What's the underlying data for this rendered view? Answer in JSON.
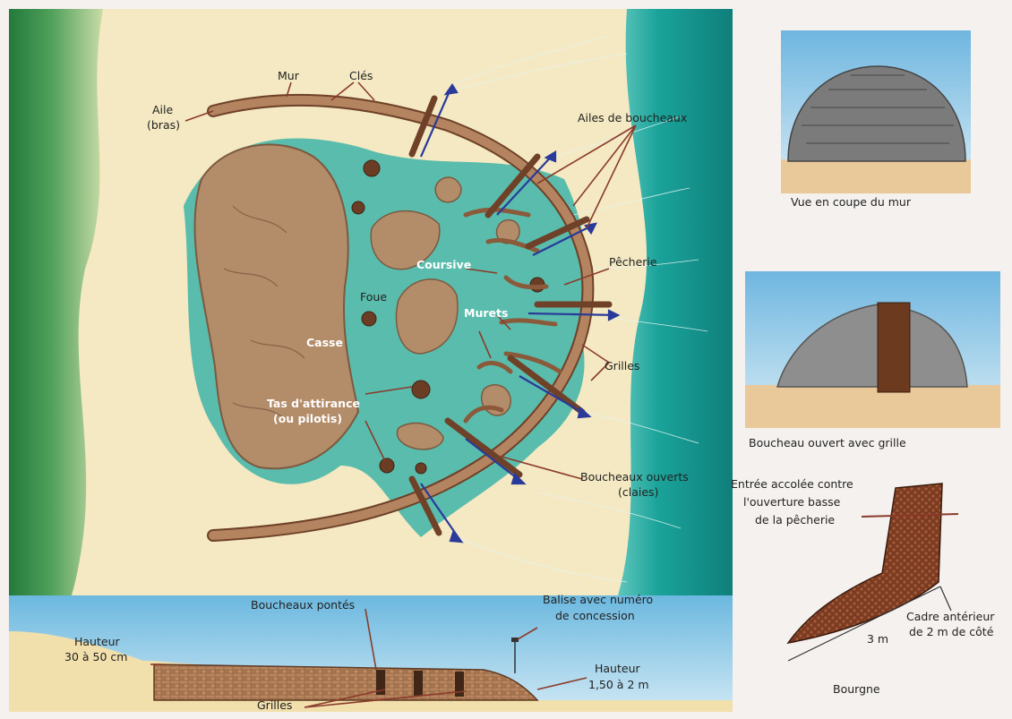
{
  "main_diagram": {
    "labels": {
      "mur": "Mur",
      "cles": "Clés",
      "aile_line1": "Aile",
      "aile_line2": "(bras)",
      "ailes_de_boucheaux": "Ailes de boucheaux",
      "coursive": "Coursive",
      "pecherie": "Pêcherie",
      "foue": "Foue",
      "murets": "Murets",
      "casse": "Casse",
      "grilles": "Grilles",
      "tas_line1": "Tas d'attirance",
      "tas_line2": "(ou pilotis)",
      "boucheaux_ouverts_line1": "Boucheaux ouverts",
      "boucheaux_ouverts_line2": "(claies)"
    }
  },
  "cross_section": {
    "labels": {
      "boucheaux_pontes": "Boucheaux pontés",
      "balise_line1": "Balise avec numéro",
      "balise_line2": "de concession",
      "hauteur_left_line1": "Hauteur",
      "hauteur_left_line2": "30 à 50 cm",
      "hauteur_right_line1": "Hauteur",
      "hauteur_right_line2": "1,50 à 2 m",
      "grilles": "Grilles"
    }
  },
  "side_panels": {
    "wall": {
      "caption": "Vue en coupe du mur"
    },
    "boucheau": {
      "caption": "Boucheau ouvert avec grille"
    },
    "bourgne": {
      "entree_line1": "Entrée accolée contre",
      "entree_line2": "l'ouverture basse",
      "entree_line3": "de la pêcherie",
      "cadre_line1": "Cadre antérieur",
      "cadre_line2": "de 2 m de côté",
      "length": "3 m",
      "caption": "Bourgne"
    }
  },
  "colors": {
    "sand": "#f4e9c2",
    "sea": "#1ea49c",
    "grass": "#2f8a45",
    "rock": "#b08f6e",
    "wall": "#8a5a3a",
    "leader": "#8a3b2a",
    "sky": "#7fbfe0"
  }
}
